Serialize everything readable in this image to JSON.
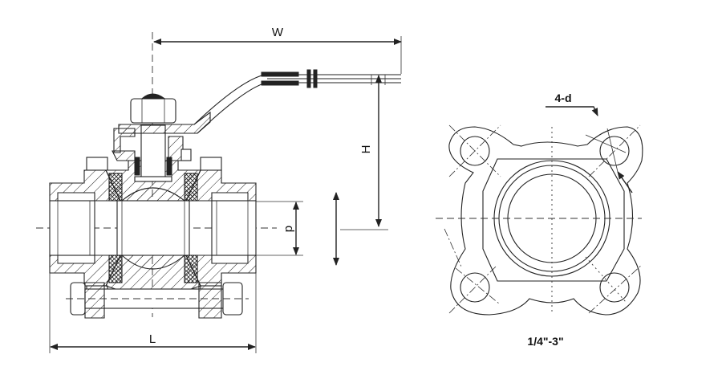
{
  "drawing": {
    "subject": "3-piece threaded ball valve",
    "views": [
      "side section view",
      "end view"
    ],
    "dimension_labels": {
      "width": "W",
      "height": "H",
      "bore": "d",
      "length": "L",
      "bolt_holes": "4-d"
    },
    "size_range": "1/4\"-3\""
  }
}
